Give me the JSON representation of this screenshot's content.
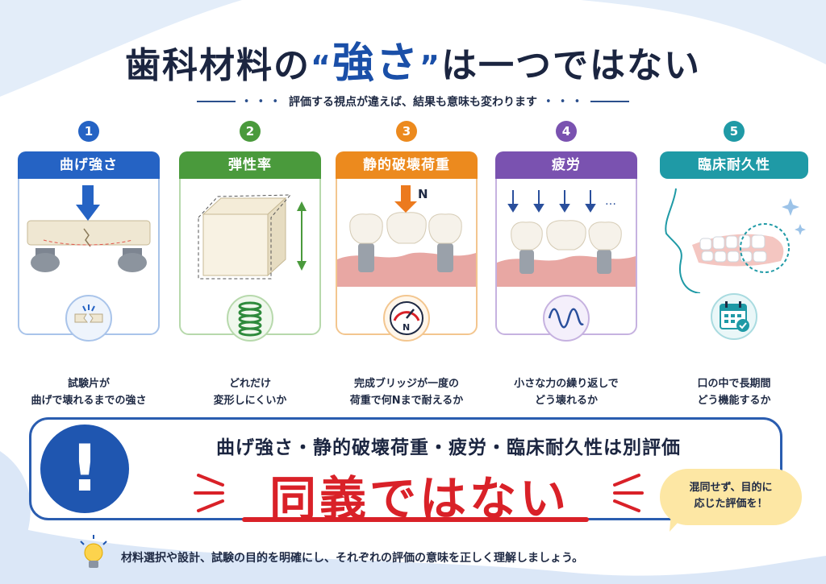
{
  "title": {
    "prefix": "歯科材料の",
    "open_quote": "“",
    "emphasis": "強さ",
    "close_quote": "”",
    "suffix": "は一つではない"
  },
  "subtitle": "評価する視点が違えば、結果も意味も変わります",
  "items": [
    {
      "number": "1",
      "label": "曲げ強さ",
      "description": "試験片が\n曲げで壊れるまでの強さ",
      "color": "#2563c4",
      "icon": "broken-specimen-icon"
    },
    {
      "number": "2",
      "label": "弾性率",
      "description": "どれだけ\n変形しにくいか",
      "color": "#4a9a3c",
      "icon": "spring-icon"
    },
    {
      "number": "3",
      "label": "静的破壊荷重",
      "description": "完成ブリッジが一度の\n荷重で何Nまで耐えるか",
      "color": "#ec8a1e",
      "icon": "gauge-icon",
      "force_label": "N",
      "gauge_label": "N"
    },
    {
      "number": "4",
      "label": "疲労",
      "description": "小さな力の繰り返しで\nどう壊れるか",
      "color": "#7a52b0",
      "icon": "sine-wave-icon",
      "dots": "…"
    },
    {
      "number": "5",
      "label": "臨床耐久性",
      "description": "口の中で長期間\nどう機能するか",
      "color": "#1f9aa6",
      "icon": "calendar-check-icon"
    }
  ],
  "alert": {
    "line1": "曲げ強さ・静的破壊荷重・疲労・臨床耐久性は別評価",
    "line2": "同義ではない",
    "symbol": "!"
  },
  "bubble": "混同せず、目的に\n応じた評価を！",
  "bottom_note": "材料選択や設計、試験の目的を明確にし、それぞれの評価の意味を正しく理解しましょう。"
}
